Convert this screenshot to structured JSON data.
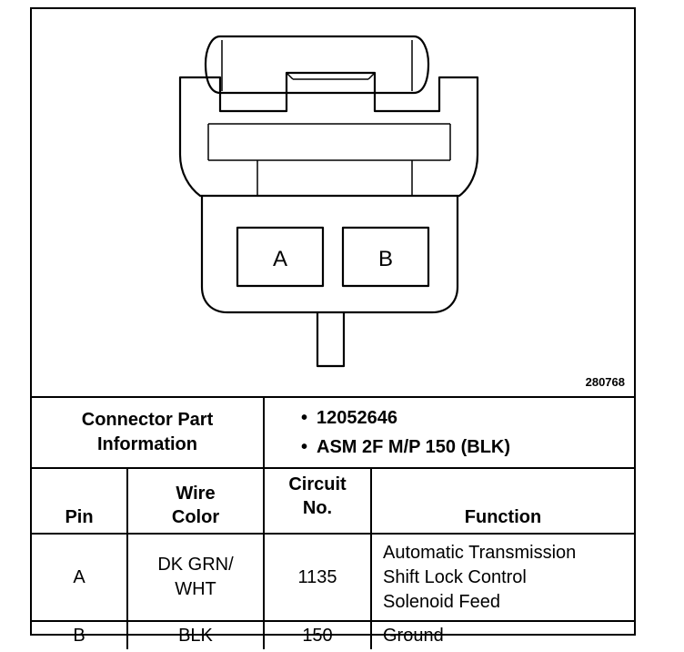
{
  "drawing": {
    "pin_labels": [
      "A",
      "B"
    ],
    "drawing_number": "280768"
  },
  "connector": {
    "label": "Connector Part\nInformation",
    "parts": [
      "12052646",
      "ASM 2F M/P 150 (BLK)"
    ]
  },
  "table": {
    "headers": {
      "pin": "Pin",
      "wire_color": "Wire\nColor",
      "circuit": "Circuit\nNo.",
      "function": "Function"
    },
    "rows": [
      {
        "pin": "A",
        "wire_color": "DK GRN/\nWHT",
        "circuit": "1135",
        "function": "Automatic Transmission\nShift Lock Control\nSolenoid Feed"
      },
      {
        "pin": "B",
        "wire_color": "BLK",
        "circuit": "150",
        "function": "Ground"
      }
    ]
  }
}
